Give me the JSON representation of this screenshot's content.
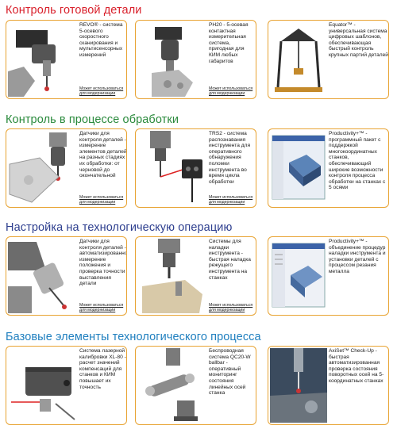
{
  "colors": {
    "final": "#d9202b",
    "inproc": "#2a8a3c",
    "setup": "#2e3f8f",
    "base": "#1f7fbf",
    "card_border": "#e8a332"
  },
  "sections": [
    {
      "title": "Контроль готовой детали",
      "cards": [
        {
          "icon": "probe-head-icon",
          "desc": "REVO® - система 5-осевого скоростного сканирования и мультисенсорных измерений",
          "note": "Может использоваться для модернизации"
        },
        {
          "icon": "probe-head-icon",
          "desc": "PH20 - 5-осевая контактная измерительная система, пригодная для КИМ любых габаритов",
          "note": "Может использоваться для модернизации"
        },
        {
          "icon": "gauge-frame-icon",
          "desc": "Equator™ - универсальная система цифровых шаблонов, обеспечивающая быстрый контроль крупных партий деталей",
          "note": ""
        }
      ]
    },
    {
      "title": "Контроль в процессе обработки",
      "cards": [
        {
          "icon": "spindle-probe-icon",
          "desc": "Датчики для контроля деталей - измерение элементов деталей на разных стадиях их обработки: от черновой до окончательной",
          "note": "Может использоваться для модернизации"
        },
        {
          "icon": "tool-setter-icon",
          "desc": "TRS2 - система распознавания инструмента для оперативного обнаружения поломки инструмента во время цикла обработки",
          "note": "Может использоваться для модернизации"
        },
        {
          "icon": "software-window-icon",
          "desc": "Productivity+™ - программный пакет с поддержкой многокоординатных станков, обеспечивающий широкие возможности контроля процесса обработки на станках с 5 осями",
          "note": ""
        }
      ]
    },
    {
      "title": "Настройка на технологическую операцию",
      "cards": [
        {
          "icon": "spindle-probe-icon",
          "desc": "Датчики для контроля деталей - автоматизированное измерение положения и проверка точности выставления детали",
          "note": "Может использоваться для модернизации"
        },
        {
          "icon": "tool-setter-icon",
          "desc": "Системы для наладки инструмента - быстрая наладка режущего инструмента на станках",
          "note": "Может использоваться для модернизации"
        },
        {
          "icon": "software-window-icon",
          "desc": "Productivity+™ - объединение процедур наладки инструмента и установки деталей с процессом резания металла",
          "note": ""
        }
      ]
    },
    {
      "title": "Базовые элементы технологического процесса",
      "cards": [
        {
          "icon": "laser-calibrator-icon",
          "desc": "Система лазерной калибровки XL-80 - расчет значений компенсаций для станков и КИМ повышает их точность",
          "note": ""
        },
        {
          "icon": "ballbar-icon",
          "desc": "Беспроводная система QC20-W ballbar - оперативный мониторинг состояния линейных осей станка",
          "note": ""
        },
        {
          "icon": "axiset-icon",
          "desc": "AxiSet™ Check-Up - быстрая автоматизированная проверка состояния поворотных осей на 5-координатных станках",
          "note": ""
        }
      ]
    }
  ]
}
